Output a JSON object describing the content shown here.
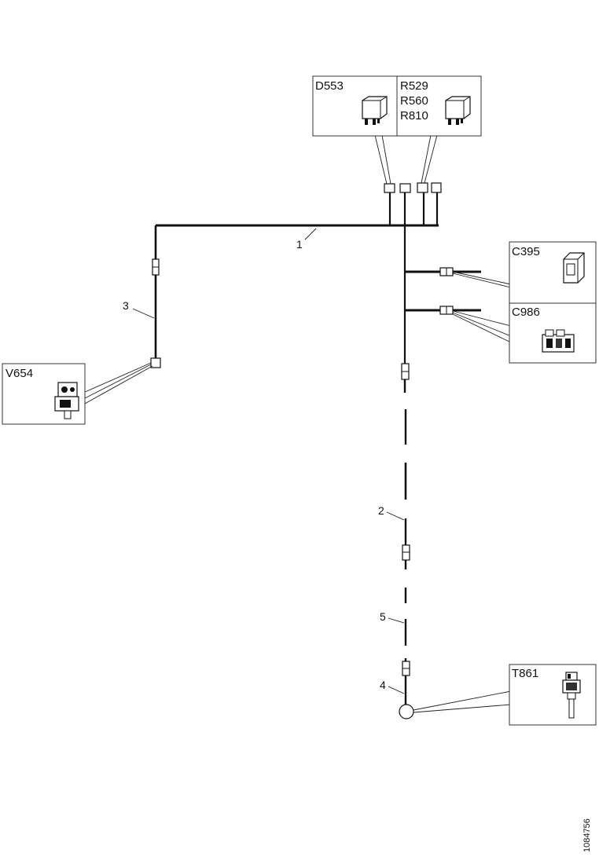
{
  "components": {
    "d553": "D553",
    "r529": "R529",
    "r560": "R560",
    "r810": "R810",
    "c395": "C395",
    "c986": "C986",
    "v654": "V654",
    "t861": "T861"
  },
  "harness_numbers": {
    "n1": "1",
    "n2": "2",
    "n3": "3",
    "n4": "4",
    "n5": "5"
  },
  "drawing_code": "1084756"
}
